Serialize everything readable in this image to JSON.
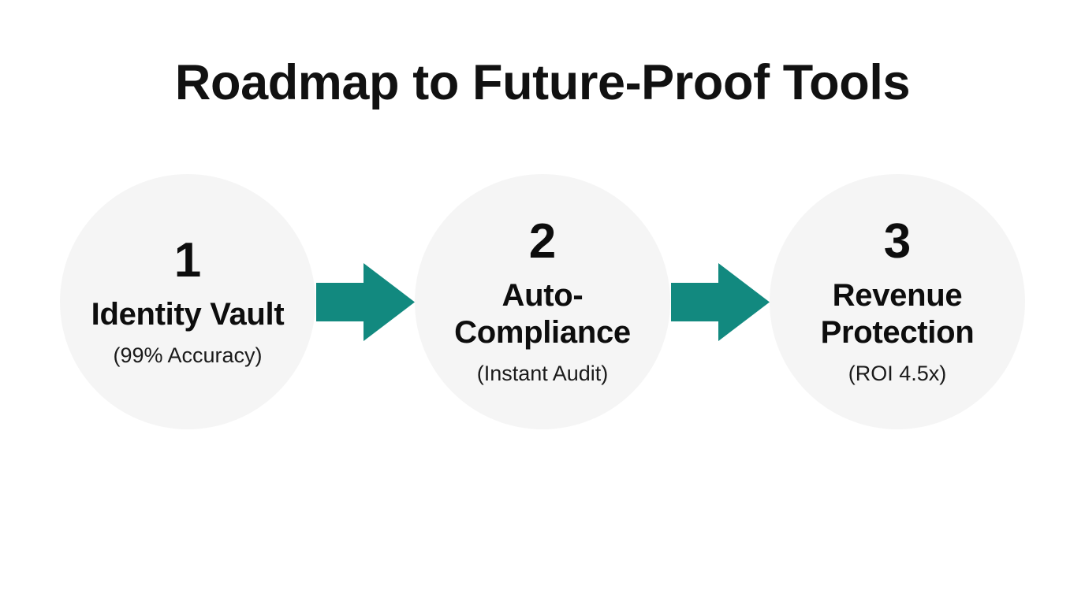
{
  "slide": {
    "title": "Roadmap to Future-Proof Tools",
    "background_color": "#FFFFFF",
    "accent_color": "#12897F",
    "circle_fill_color": "#F5F5F5",
    "text_color": "#111111"
  },
  "steps": [
    {
      "number": "1",
      "label": "Identity Vault",
      "metric": "(99% Accuracy)"
    },
    {
      "number": "2",
      "label": "Auto-Compliance",
      "metric": "(Instant Audit)"
    },
    {
      "number": "3",
      "label": "Revenue Protection",
      "metric": "(ROI 4.5x)"
    }
  ],
  "connectors": [
    {
      "icon": "arrow-right-icon",
      "color": "#12897F"
    },
    {
      "icon": "arrow-right-icon",
      "color": "#12897F"
    }
  ]
}
